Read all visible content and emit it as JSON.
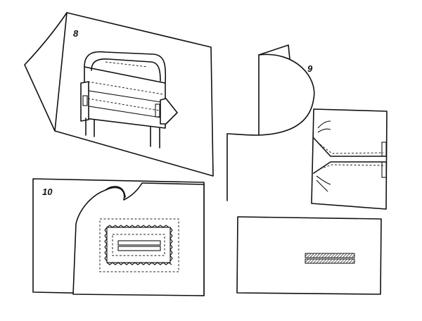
{
  "figures": [
    {
      "id": "step-8",
      "label": "8"
    },
    {
      "id": "step-9",
      "label": "9"
    },
    {
      "id": "step-10",
      "label": "10"
    }
  ],
  "colors": {
    "ink": "#111111",
    "paper": "#ffffff"
  }
}
